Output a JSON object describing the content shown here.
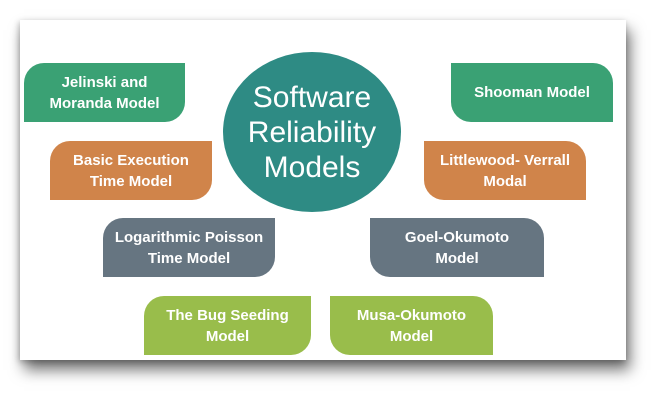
{
  "center": {
    "line1": "Software",
    "line2": "Reliability",
    "line3": "Models",
    "color": "#2e8b84"
  },
  "colors": {
    "green": "#3aa174",
    "orange": "#d0844a",
    "slate": "#667581",
    "lime": "#99bd4b"
  },
  "models": [
    {
      "line1": "Jelinski and",
      "line2": "Moranda Model"
    },
    {
      "line1": "Basic Execution",
      "line2": "Time Model"
    },
    {
      "line1": "Logarithmic Poisson",
      "line2": "Time Model"
    },
    {
      "line1": "The Bug Seeding",
      "line2": "Model"
    },
    {
      "line1": "Shooman Model",
      "line2": ""
    },
    {
      "line1": "Littlewood- Verrall",
      "line2": "Modal"
    },
    {
      "line1": "Goel-Okumoto",
      "line2": "Model"
    },
    {
      "line1": "Musa-Okumoto",
      "line2": "Model"
    }
  ]
}
